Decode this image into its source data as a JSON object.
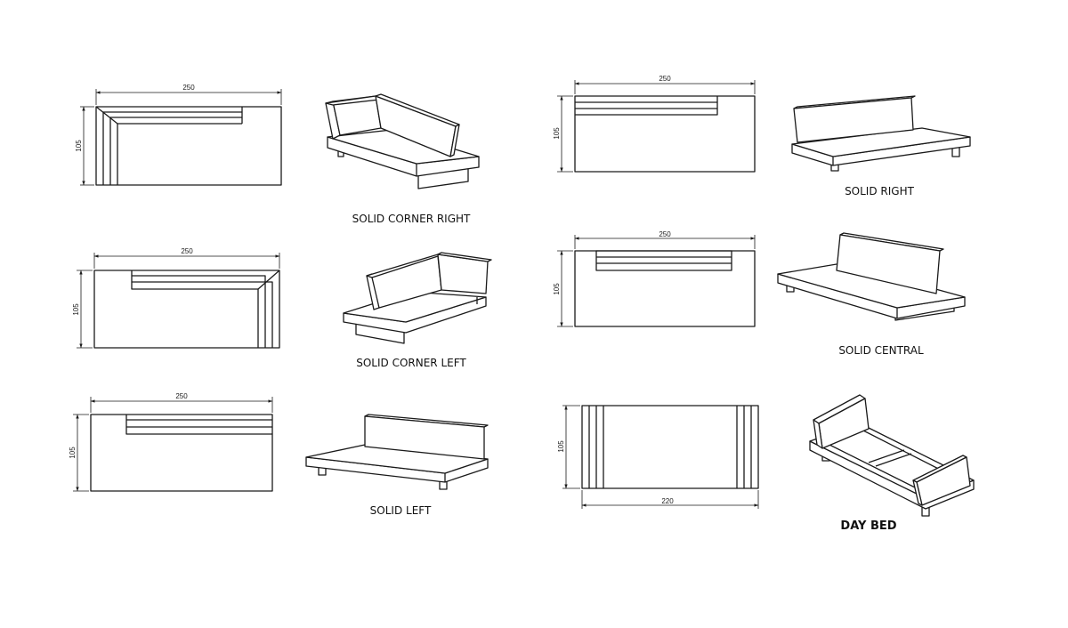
{
  "modules": [
    {
      "caption": "SOLID CORNER RIGHT",
      "width_label": "250",
      "depth_label": "105"
    },
    {
      "caption": "SOLID CORNER LEFT",
      "width_label": "250",
      "depth_label": "105"
    },
    {
      "caption": "SOLID LEFT",
      "width_label": "250",
      "depth_label": "105"
    },
    {
      "caption": "SOLID RIGHT",
      "width_label": "250",
      "depth_label": "105"
    },
    {
      "caption": "SOLID CENTRAL",
      "width_label": "250",
      "depth_label": "105"
    },
    {
      "caption": "DAY BED",
      "width_label": "220",
      "depth_label": "105"
    }
  ]
}
